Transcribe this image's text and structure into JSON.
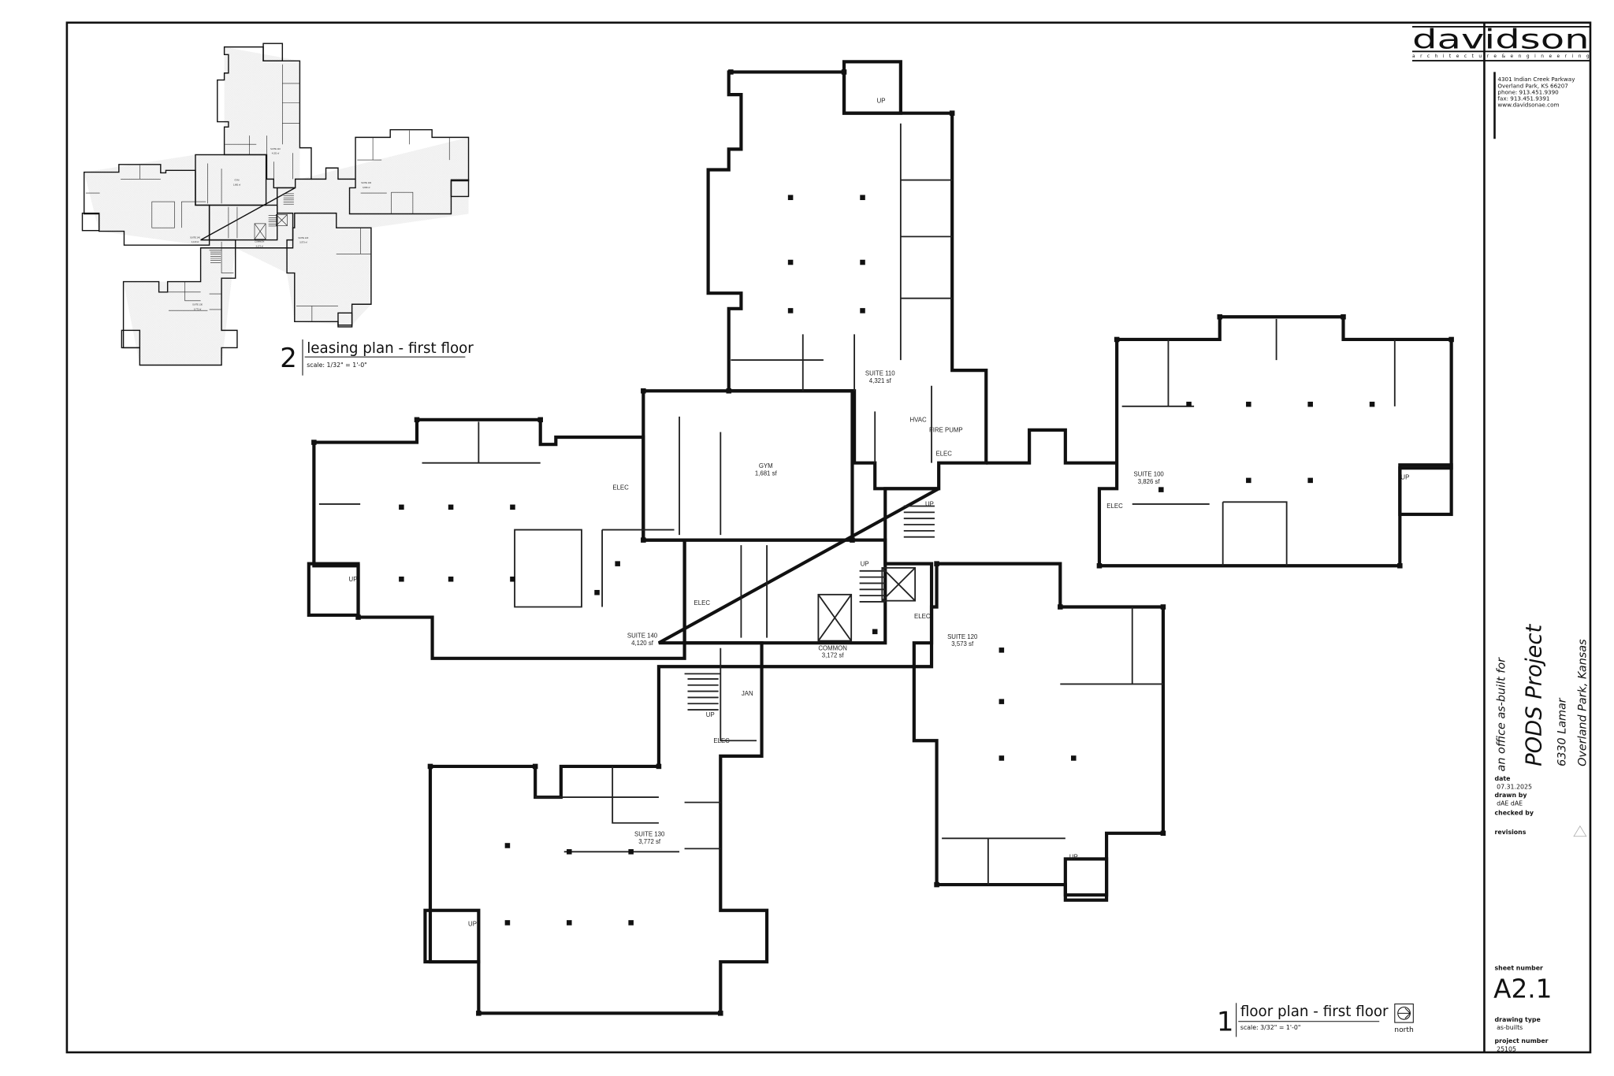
{
  "firm": {
    "logo_text": "davidson",
    "tagline": "architecture&engineering",
    "address_lines": [
      "4301 Indian Creek Parkway",
      "Overland Park, KS 66207",
      "phone: 913.451.9390",
      "fax:      913.451.9391",
      "www.davidsonae.com"
    ]
  },
  "project": {
    "intro": "an office as-built for",
    "name": "PODS Project",
    "address": "6330 Lamar",
    "city": "Overland Park, Kansas"
  },
  "title_block": {
    "date_label": "date",
    "date": "07.31.2025",
    "drawn_by_label": "drawn by",
    "drawn_by": "dAE dAE",
    "checked_by_label": "checked by",
    "revisions_label": "revisions",
    "revision_icon": "triangle-icon",
    "sheet_number_label": "sheet number",
    "sheet_number": "A2.1",
    "drawing_type_label": "drawing type",
    "drawing_type": "as-builts",
    "project_number_label": "project number",
    "project_number": "25105"
  },
  "drawings": [
    {
      "number": "1",
      "title": "floor plan - first floor",
      "scale": "scale: 3/32\" = 1'-0\"",
      "north_label": "north",
      "north_icon": "north-arrow-icon"
    },
    {
      "number": "2",
      "title": "leasing plan - first floor",
      "scale": "scale: 1/32\" = 1'-0\""
    }
  ],
  "rooms": [
    {
      "name": "SUITE 110",
      "area": "4,321 sf"
    },
    {
      "name": "GYM",
      "area": "1,681 sf"
    },
    {
      "name": "SUITE 100",
      "area": "3,826 sf"
    },
    {
      "name": "SUITE 140",
      "area": "4,120 sf"
    },
    {
      "name": "COMMON",
      "area": "3,172 sf"
    },
    {
      "name": "SUITE 120",
      "area": "3,573 sf"
    },
    {
      "name": "SUITE 130",
      "area": "3,772 sf"
    }
  ],
  "small_labels": [
    "FIRE PUMP",
    "ELEC",
    "ELEC",
    "ELEC",
    "ELEC",
    "ELEC",
    "ELEC",
    "JAN",
    "HVAC"
  ],
  "stair_label": "UP"
}
